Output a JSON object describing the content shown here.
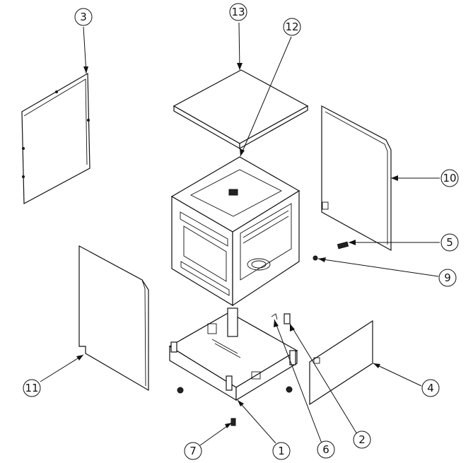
{
  "callouts": [
    {
      "id": "c3",
      "label": "3"
    },
    {
      "id": "c13",
      "label": "13"
    },
    {
      "id": "c12",
      "label": "12"
    },
    {
      "id": "c10",
      "label": "10"
    },
    {
      "id": "c5",
      "label": "5"
    },
    {
      "id": "c9",
      "label": "9"
    },
    {
      "id": "c11",
      "label": "11"
    },
    {
      "id": "c4",
      "label": "4"
    },
    {
      "id": "c7",
      "label": "7"
    },
    {
      "id": "c1",
      "label": "1"
    },
    {
      "id": "c6",
      "label": "6"
    },
    {
      "id": "c2",
      "label": "2"
    }
  ]
}
